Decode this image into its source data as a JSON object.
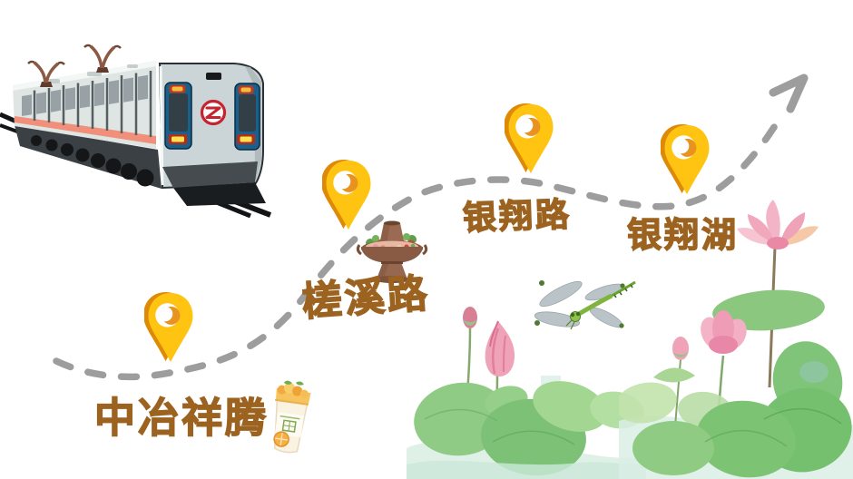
{
  "page": {
    "background": "#FFFFFF",
    "description": "Hand-drawn metro route map: dashed line rising from lower-left to an arrow at upper-right, four yellow map pins marking stations, cartoon metro train at top-left, watercolor lotus pond with dragonfly at bottom-right"
  },
  "route": {
    "style": "dashed-curve",
    "direction": "ends-in-arrow-upper-right",
    "stations": [
      {
        "id": "zhongye-xiangteng",
        "label": "中冶祥腾",
        "marker": "map-pin",
        "side_icon": "fruit-tea-cup"
      },
      {
        "id": "chaxi-road",
        "label": "槎溪路",
        "marker": "map-pin",
        "side_icon": "hotpot"
      },
      {
        "id": "yinxiang-road",
        "label": "银翔路",
        "marker": "map-pin",
        "side_icon": null
      },
      {
        "id": "yinxiang-lake",
        "label": "银翔湖",
        "marker": "map-pin",
        "side_icon": "lotus-flower"
      }
    ]
  },
  "icons": {
    "transport": "metro-train",
    "station_marker": "map-pin",
    "food_1": "hotpot",
    "food_2": "fruit-tea-cup",
    "decor": [
      "dragonfly",
      "lotus-pond",
      "lotus-flower",
      "route-arrow"
    ]
  },
  "colors": {
    "pin_yellow": "#FFC411",
    "pin_shadow": "#DE8A06",
    "pin_hole_shadow": "#E8921F",
    "route_gray": "#9D9D9D",
    "label_brown": "#9C6320",
    "train_stripe": "#F0907A",
    "train_blue": "#19608D",
    "logo_red": "#C4232F",
    "leaf_green": "#7CC176",
    "lotus_pink": "#EFA3B8"
  }
}
